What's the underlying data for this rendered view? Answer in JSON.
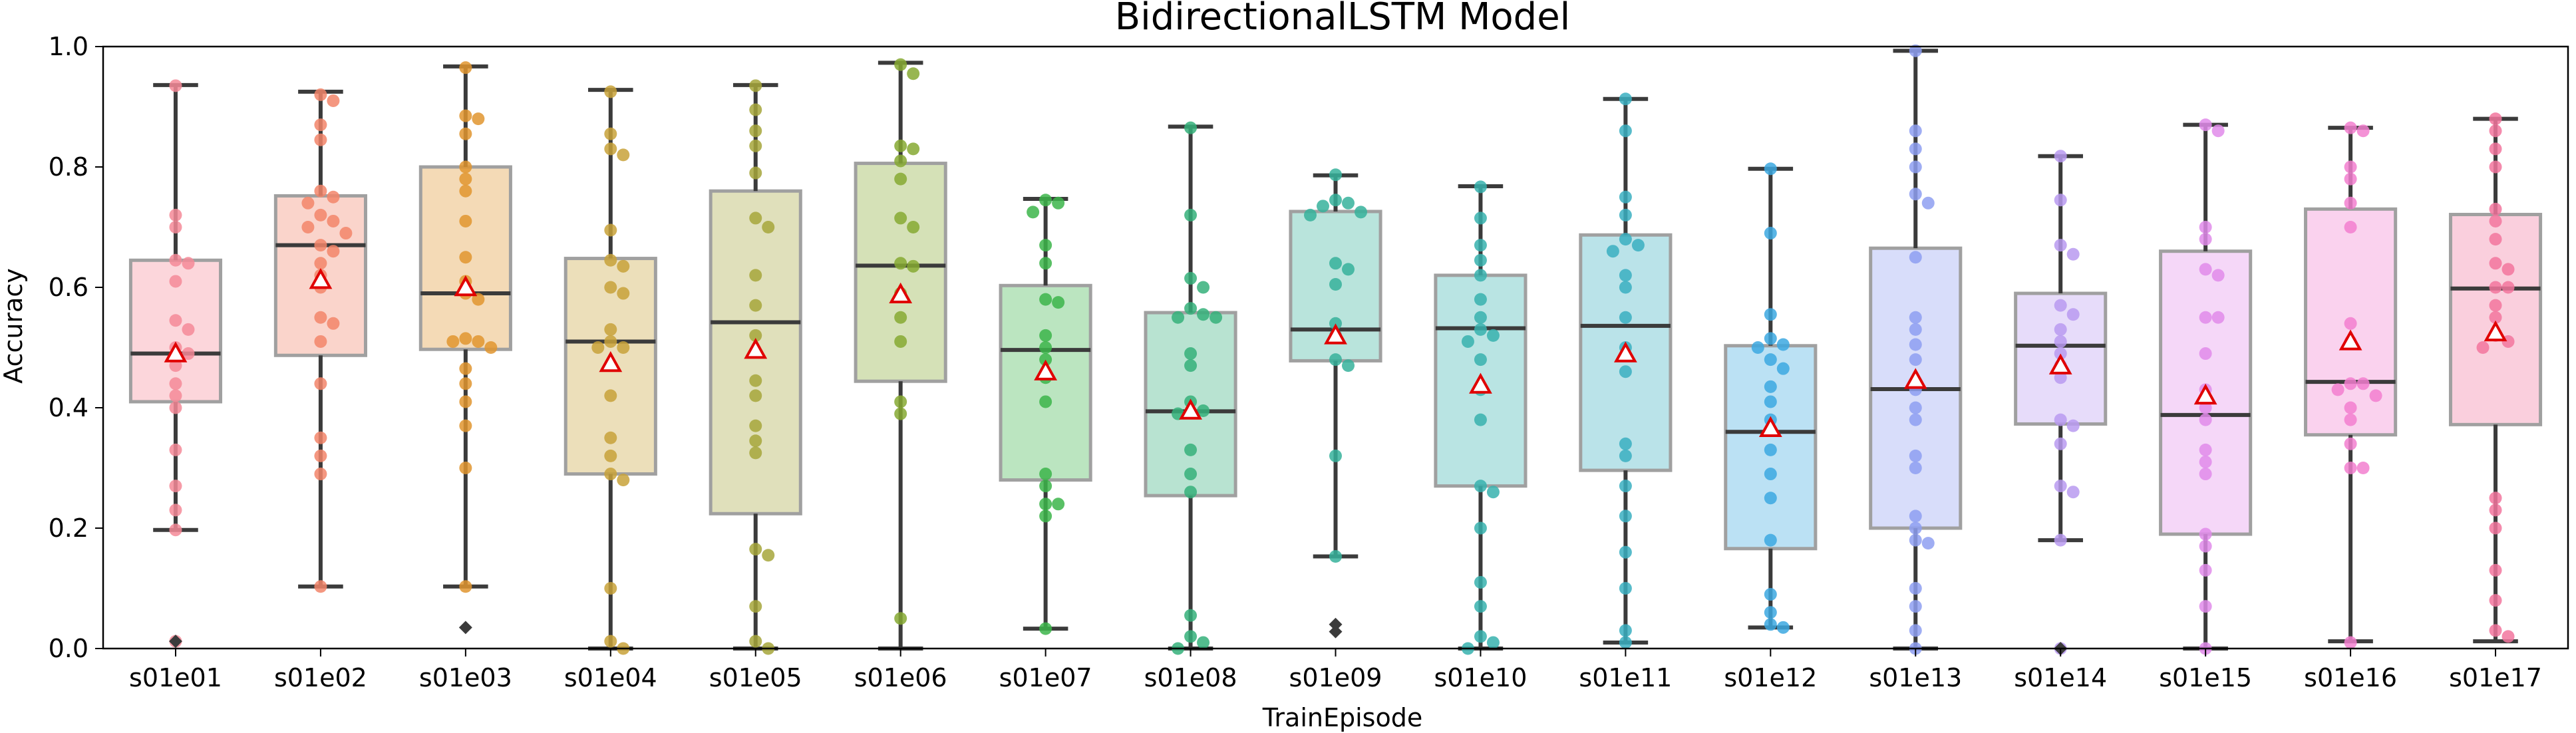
{
  "chart_data": {
    "type": "box",
    "title": "BidirectionalLSTM Model",
    "xlabel": "TrainEpisode",
    "ylabel": "Accuracy",
    "ylim": [
      0,
      1.0
    ],
    "yticks": [
      "0.0",
      "0.2",
      "0.4",
      "0.6",
      "0.8",
      "1.0"
    ],
    "categories": [
      "s01e01",
      "s01e02",
      "s01e03",
      "s01e04",
      "s01e05",
      "s01e06",
      "s01e07",
      "s01e08",
      "s01e09",
      "s01e10",
      "s01e11",
      "s01e12",
      "s01e13",
      "s01e14",
      "s01e15",
      "s01e16",
      "s01e17"
    ],
    "colors": [
      "#f58a98",
      "#f2856a",
      "#e0952f",
      "#c8a23a",
      "#a6a63b",
      "#86a932",
      "#3cb54a",
      "#35b07a",
      "#36b29b",
      "#37b1ae",
      "#39afc1",
      "#3ca8e0",
      "#8e9ff1",
      "#b99af0",
      "#e18bea",
      "#f27fcf",
      "#f2759e"
    ],
    "boxes": [
      {
        "q1": 0.41,
        "median": 0.49,
        "q3": 0.645,
        "whislo": 0.197,
        "whishi": 0.936,
        "mean": 0.49,
        "outliers": [
          0.012
        ]
      },
      {
        "q1": 0.487,
        "median": 0.67,
        "q3": 0.752,
        "whislo": 0.103,
        "whishi": 0.925,
        "mean": 0.612,
        "outliers": []
      },
      {
        "q1": 0.497,
        "median": 0.59,
        "q3": 0.8,
        "whislo": 0.103,
        "whishi": 0.967,
        "mean": 0.6,
        "outliers": [
          0.035
        ]
      },
      {
        "q1": 0.29,
        "median": 0.51,
        "q3": 0.648,
        "whislo": 0.0,
        "whishi": 0.928,
        "mean": 0.474,
        "outliers": []
      },
      {
        "q1": 0.224,
        "median": 0.542,
        "q3": 0.76,
        "whislo": 0.0,
        "whishi": 0.936,
        "mean": 0.496,
        "outliers": []
      },
      {
        "q1": 0.444,
        "median": 0.636,
        "q3": 0.806,
        "whislo": 0.0,
        "whishi": 0.973,
        "mean": 0.588,
        "outliers": []
      },
      {
        "q1": 0.28,
        "median": 0.496,
        "q3": 0.603,
        "whislo": 0.033,
        "whishi": 0.747,
        "mean": 0.46,
        "outliers": []
      },
      {
        "q1": 0.254,
        "median": 0.394,
        "q3": 0.558,
        "whislo": 0.0,
        "whishi": 0.867,
        "mean": 0.395,
        "outliers": []
      },
      {
        "q1": 0.478,
        "median": 0.53,
        "q3": 0.726,
        "whislo": 0.153,
        "whishi": 0.786,
        "mean": 0.52,
        "outliers": [
          0.04,
          0.028
        ]
      },
      {
        "q1": 0.27,
        "median": 0.532,
        "q3": 0.62,
        "whislo": 0.0,
        "whishi": 0.768,
        "mean": 0.438,
        "outliers": []
      },
      {
        "q1": 0.296,
        "median": 0.536,
        "q3": 0.687,
        "whislo": 0.01,
        "whishi": 0.913,
        "mean": 0.49,
        "outliers": []
      },
      {
        "q1": 0.166,
        "median": 0.36,
        "q3": 0.503,
        "whislo": 0.035,
        "whishi": 0.797,
        "mean": 0.366,
        "outliers": []
      },
      {
        "q1": 0.2,
        "median": 0.431,
        "q3": 0.665,
        "whislo": 0.0,
        "whishi": 0.993,
        "mean": 0.446,
        "outliers": []
      },
      {
        "q1": 0.373,
        "median": 0.503,
        "q3": 0.59,
        "whislo": 0.18,
        "whishi": 0.818,
        "mean": 0.47,
        "outliers": [
          0.0
        ]
      },
      {
        "q1": 0.19,
        "median": 0.388,
        "q3": 0.66,
        "whislo": 0.0,
        "whishi": 0.87,
        "mean": 0.42,
        "outliers": []
      },
      {
        "q1": 0.355,
        "median": 0.443,
        "q3": 0.73,
        "whislo": 0.012,
        "whishi": 0.865,
        "mean": 0.51,
        "outliers": []
      },
      {
        "q1": 0.372,
        "median": 0.598,
        "q3": 0.721,
        "whislo": 0.012,
        "whishi": 0.88,
        "mean": 0.525,
        "outliers": []
      }
    ],
    "points": [
      [
        0.935,
        0.72,
        0.7,
        0.645,
        0.64,
        0.61,
        0.545,
        0.53,
        0.5,
        0.49,
        0.47,
        0.44,
        0.42,
        0.4,
        0.33,
        0.27,
        0.23,
        0.197,
        0.012
      ],
      [
        0.92,
        0.91,
        0.87,
        0.845,
        0.76,
        0.75,
        0.74,
        0.72,
        0.71,
        0.7,
        0.69,
        0.67,
        0.66,
        0.64,
        0.62,
        0.6,
        0.55,
        0.54,
        0.51,
        0.44,
        0.35,
        0.32,
        0.29,
        0.103
      ],
      [
        0.965,
        0.885,
        0.88,
        0.855,
        0.8,
        0.78,
        0.76,
        0.71,
        0.65,
        0.61,
        0.59,
        0.58,
        0.515,
        0.51,
        0.51,
        0.5,
        0.465,
        0.44,
        0.41,
        0.37,
        0.3,
        0.103
      ],
      [
        0.925,
        0.855,
        0.83,
        0.82,
        0.695,
        0.645,
        0.635,
        0.6,
        0.59,
        0.53,
        0.51,
        0.5,
        0.5,
        0.42,
        0.35,
        0.32,
        0.29,
        0.28,
        0.1,
        0.012,
        0.0
      ],
      [
        0.935,
        0.895,
        0.86,
        0.835,
        0.79,
        0.715,
        0.7,
        0.62,
        0.57,
        0.52,
        0.445,
        0.42,
        0.37,
        0.345,
        0.325,
        0.165,
        0.155,
        0.07,
        0.012,
        0.0
      ],
      [
        0.97,
        0.955,
        0.835,
        0.83,
        0.81,
        0.78,
        0.715,
        0.7,
        0.64,
        0.635,
        0.59,
        0.55,
        0.51,
        0.41,
        0.39,
        0.05
      ],
      [
        0.745,
        0.74,
        0.725,
        0.67,
        0.64,
        0.58,
        0.575,
        0.52,
        0.5,
        0.48,
        0.45,
        0.41,
        0.29,
        0.27,
        0.24,
        0.24,
        0.22,
        0.033
      ],
      [
        0.865,
        0.72,
        0.615,
        0.6,
        0.565,
        0.555,
        0.55,
        0.55,
        0.49,
        0.47,
        0.41,
        0.395,
        0.39,
        0.33,
        0.29,
        0.26,
        0.055,
        0.02,
        0.01,
        0.0
      ],
      [
        0.787,
        0.745,
        0.74,
        0.735,
        0.725,
        0.72,
        0.64,
        0.63,
        0.605,
        0.54,
        0.52,
        0.48,
        0.47,
        0.32,
        0.153
      ],
      [
        0.767,
        0.715,
        0.67,
        0.645,
        0.62,
        0.58,
        0.55,
        0.53,
        0.52,
        0.51,
        0.48,
        0.43,
        0.38,
        0.27,
        0.26,
        0.2,
        0.11,
        0.07,
        0.02,
        0.01,
        0.0
      ],
      [
        0.913,
        0.86,
        0.75,
        0.72,
        0.68,
        0.67,
        0.66,
        0.62,
        0.6,
        0.55,
        0.5,
        0.46,
        0.34,
        0.32,
        0.27,
        0.22,
        0.16,
        0.1,
        0.03,
        0.01
      ],
      [
        0.797,
        0.69,
        0.555,
        0.515,
        0.505,
        0.5,
        0.48,
        0.465,
        0.435,
        0.41,
        0.38,
        0.33,
        0.29,
        0.25,
        0.18,
        0.09,
        0.06,
        0.04,
        0.035
      ],
      [
        0.993,
        0.86,
        0.83,
        0.8,
        0.755,
        0.74,
        0.65,
        0.55,
        0.53,
        0.505,
        0.48,
        0.43,
        0.4,
        0.38,
        0.32,
        0.3,
        0.22,
        0.2,
        0.18,
        0.175,
        0.1,
        0.07,
        0.03,
        0.0
      ],
      [
        0.818,
        0.745,
        0.67,
        0.655,
        0.57,
        0.555,
        0.53,
        0.51,
        0.49,
        0.47,
        0.45,
        0.38,
        0.37,
        0.34,
        0.27,
        0.26,
        0.18,
        0.0
      ],
      [
        0.87,
        0.86,
        0.7,
        0.68,
        0.63,
        0.62,
        0.55,
        0.55,
        0.49,
        0.43,
        0.4,
        0.38,
        0.33,
        0.31,
        0.29,
        0.19,
        0.17,
        0.13,
        0.07,
        0.0
      ],
      [
        0.865,
        0.86,
        0.8,
        0.78,
        0.74,
        0.7,
        0.54,
        0.51,
        0.44,
        0.44,
        0.43,
        0.42,
        0.4,
        0.38,
        0.34,
        0.3,
        0.3,
        0.01
      ],
      [
        0.88,
        0.86,
        0.83,
        0.8,
        0.73,
        0.71,
        0.68,
        0.64,
        0.63,
        0.6,
        0.6,
        0.57,
        0.55,
        0.52,
        0.51,
        0.5,
        0.25,
        0.23,
        0.2,
        0.13,
        0.08,
        0.03,
        0.02
      ]
    ]
  }
}
